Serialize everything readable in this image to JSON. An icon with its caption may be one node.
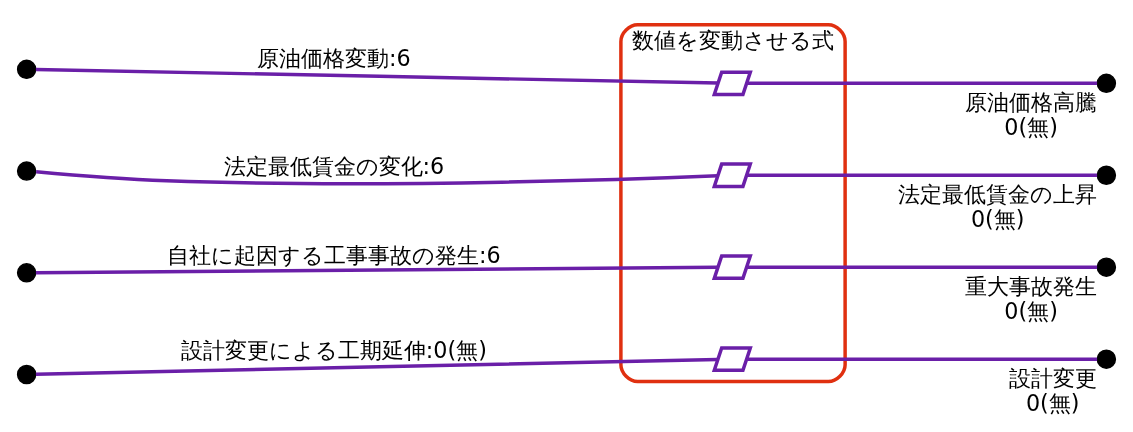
{
  "diagram": {
    "nodes": [
      {
        "text": [],
        "shape": "circle"
      },
      {
        "text": [],
        "shape": "circle"
      },
      {
        "text": [],
        "shape": "circle"
      },
      {
        "text": [],
        "shape": "circle"
      },
      {
        "text": [
          "数値を変動させる式"
        ]
      },
      {
        "text": [],
        "shape": "parallelogram",
        "in": 4
      },
      {
        "text": [],
        "shape": "parallelogram",
        "in": 4
      },
      {
        "text": [],
        "shape": "parallelogram",
        "in": 4
      },
      {
        "text": [],
        "shape": "parallelogram",
        "in": 4
      },
      {
        "text": [],
        "shape": "circle",
        "beside": [
          "原油価格高騰",
          "0(無)"
        ]
      },
      {
        "text": [],
        "shape": "circle",
        "beside": [
          "法定最低賃金の上昇",
          "0(無)"
        ]
      },
      {
        "text": [],
        "shape": "circle",
        "beside": [
          "重大事故発生",
          "0(無)"
        ]
      },
      {
        "text": [],
        "shape": "circle",
        "beside": [
          "設計変更",
          "0(無)"
        ]
      }
    ],
    "edges": [
      {
        "from": 0,
        "to": 5,
        "arrow": "none",
        "label": "原油価格変動:6"
      },
      {
        "from": 1,
        "to": 6,
        "arrow": "none",
        "label": "法定最低賃金の変化:6"
      },
      {
        "from": 2,
        "to": 7,
        "arrow": "none",
        "label": "自社に起因する工事事故の発生:6"
      },
      {
        "from": 3,
        "to": 8,
        "arrow": "none",
        "label": "設計変更による工期延伸:0(無)"
      },
      {
        "from": 5,
        "to": 9,
        "arrow": "none"
      },
      {
        "from": 6,
        "to": 10,
        "arrow": "none"
      },
      {
        "from": 7,
        "to": 11,
        "arrow": "none"
      },
      {
        "from": 8,
        "to": 12,
        "arrow": "none"
      }
    ]
  }
}
